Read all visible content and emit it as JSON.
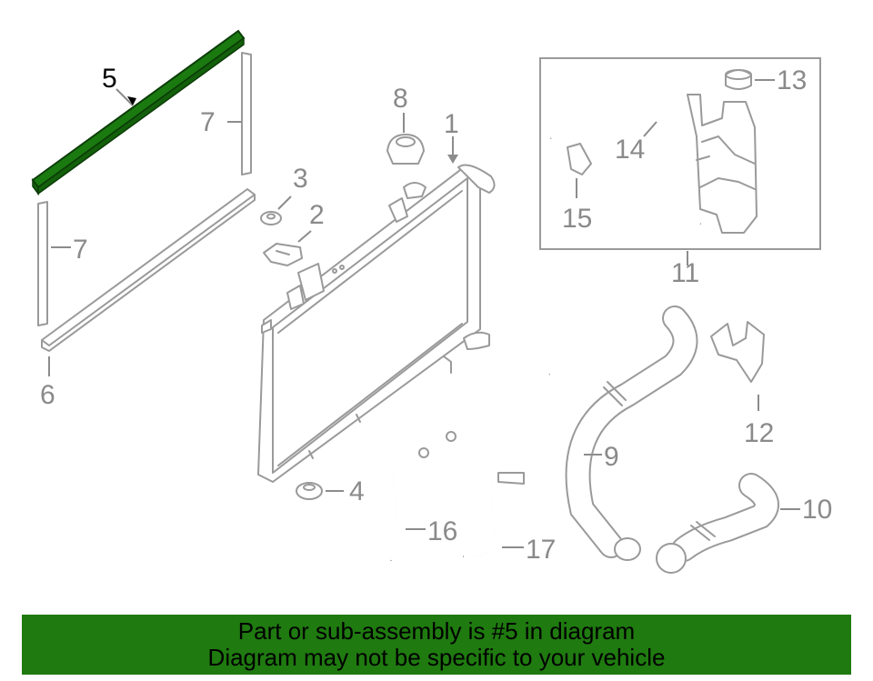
{
  "diagram": {
    "highlighted_part": "5",
    "highlight_color": "#1a7a10",
    "callouts": [
      {
        "id": "c1",
        "label": "1"
      },
      {
        "id": "c2",
        "label": "2"
      },
      {
        "id": "c3",
        "label": "3"
      },
      {
        "id": "c4",
        "label": "4"
      },
      {
        "id": "c5",
        "label": "5"
      },
      {
        "id": "c6",
        "label": "6"
      },
      {
        "id": "c7a",
        "label": "7"
      },
      {
        "id": "c7b",
        "label": "7"
      },
      {
        "id": "c8",
        "label": "8"
      },
      {
        "id": "c9",
        "label": "9"
      },
      {
        "id": "c10",
        "label": "10"
      },
      {
        "id": "c11",
        "label": "11"
      },
      {
        "id": "c12",
        "label": "12"
      },
      {
        "id": "c13",
        "label": "13"
      },
      {
        "id": "c14",
        "label": "14"
      },
      {
        "id": "c15",
        "label": "15"
      },
      {
        "id": "c16",
        "label": "16"
      },
      {
        "id": "c17",
        "label": "17"
      }
    ]
  },
  "banner": {
    "line1": "Part or sub-assembly is #5 in diagram",
    "line2": "Diagram may not be specific to your vehicle",
    "background": "#1f7a10"
  }
}
